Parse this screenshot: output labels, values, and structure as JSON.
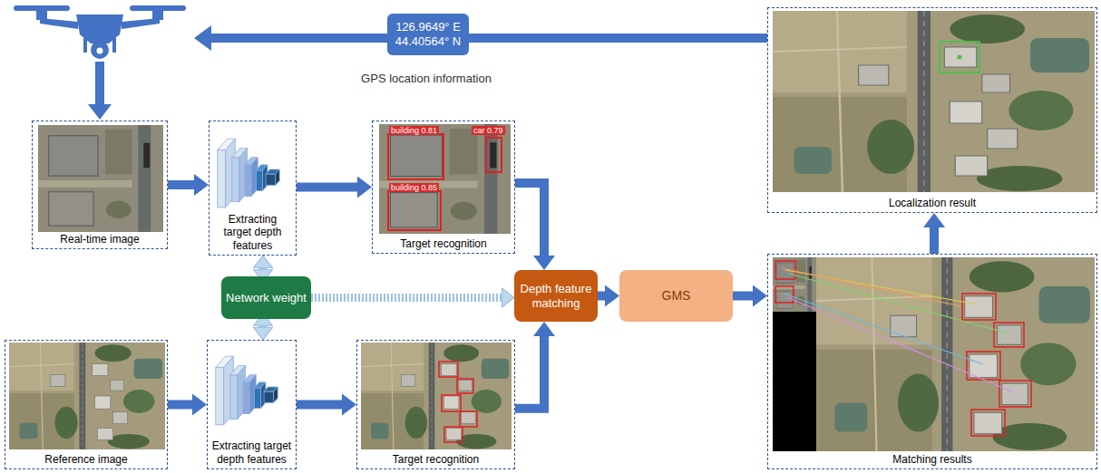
{
  "diagram": {
    "nodes": [
      {
        "text": [
          "126.9649° E",
          "44.40564° N"
        ]
      },
      {
        "text": [
          "Localization result"
        ]
      },
      {
        "text": [
          "Real-time image"
        ]
      },
      {
        "text": [
          "Extracting target depth features"
        ]
      },
      {
        "text": [
          "Target recognition"
        ]
      },
      {
        "text": [
          "Network weight"
        ]
      },
      {
        "text": [
          "Depth feature matching"
        ]
      },
      {
        "text": [
          "GMS"
        ]
      },
      {
        "text": [
          "Matching results"
        ]
      },
      {
        "text": [
          "Reference image"
        ]
      },
      {
        "text": [
          "Extracting target depth features"
        ]
      },
      {
        "text": [
          "Target recognition"
        ]
      }
    ],
    "edges": [
      {
        "from": 1,
        "to": 0,
        "arrow": "none"
      },
      {
        "from": 2,
        "to": 3,
        "arrow": "to"
      },
      {
        "from": 3,
        "to": 4,
        "arrow": "to"
      },
      {
        "from": 4,
        "to": 6,
        "arrow": "to"
      },
      {
        "from": 5,
        "to": 3,
        "arrow": "both"
      },
      {
        "from": 5,
        "to": 10,
        "arrow": "both"
      },
      {
        "from": 5,
        "to": 6,
        "arrow": "to"
      },
      {
        "from": 9,
        "to": 10,
        "arrow": "to"
      },
      {
        "from": 10,
        "to": 11,
        "arrow": "to"
      },
      {
        "from": 11,
        "to": 6,
        "arrow": "to"
      },
      {
        "from": 6,
        "to": 7,
        "arrow": "to"
      },
      {
        "from": 7,
        "to": 8,
        "arrow": "to"
      },
      {
        "from": 8,
        "to": 1,
        "arrow": "to"
      }
    ],
    "labels": [
      "GPS location information",
      "building 0.81",
      "car 0.79",
      "building 0.85"
    ]
  }
}
